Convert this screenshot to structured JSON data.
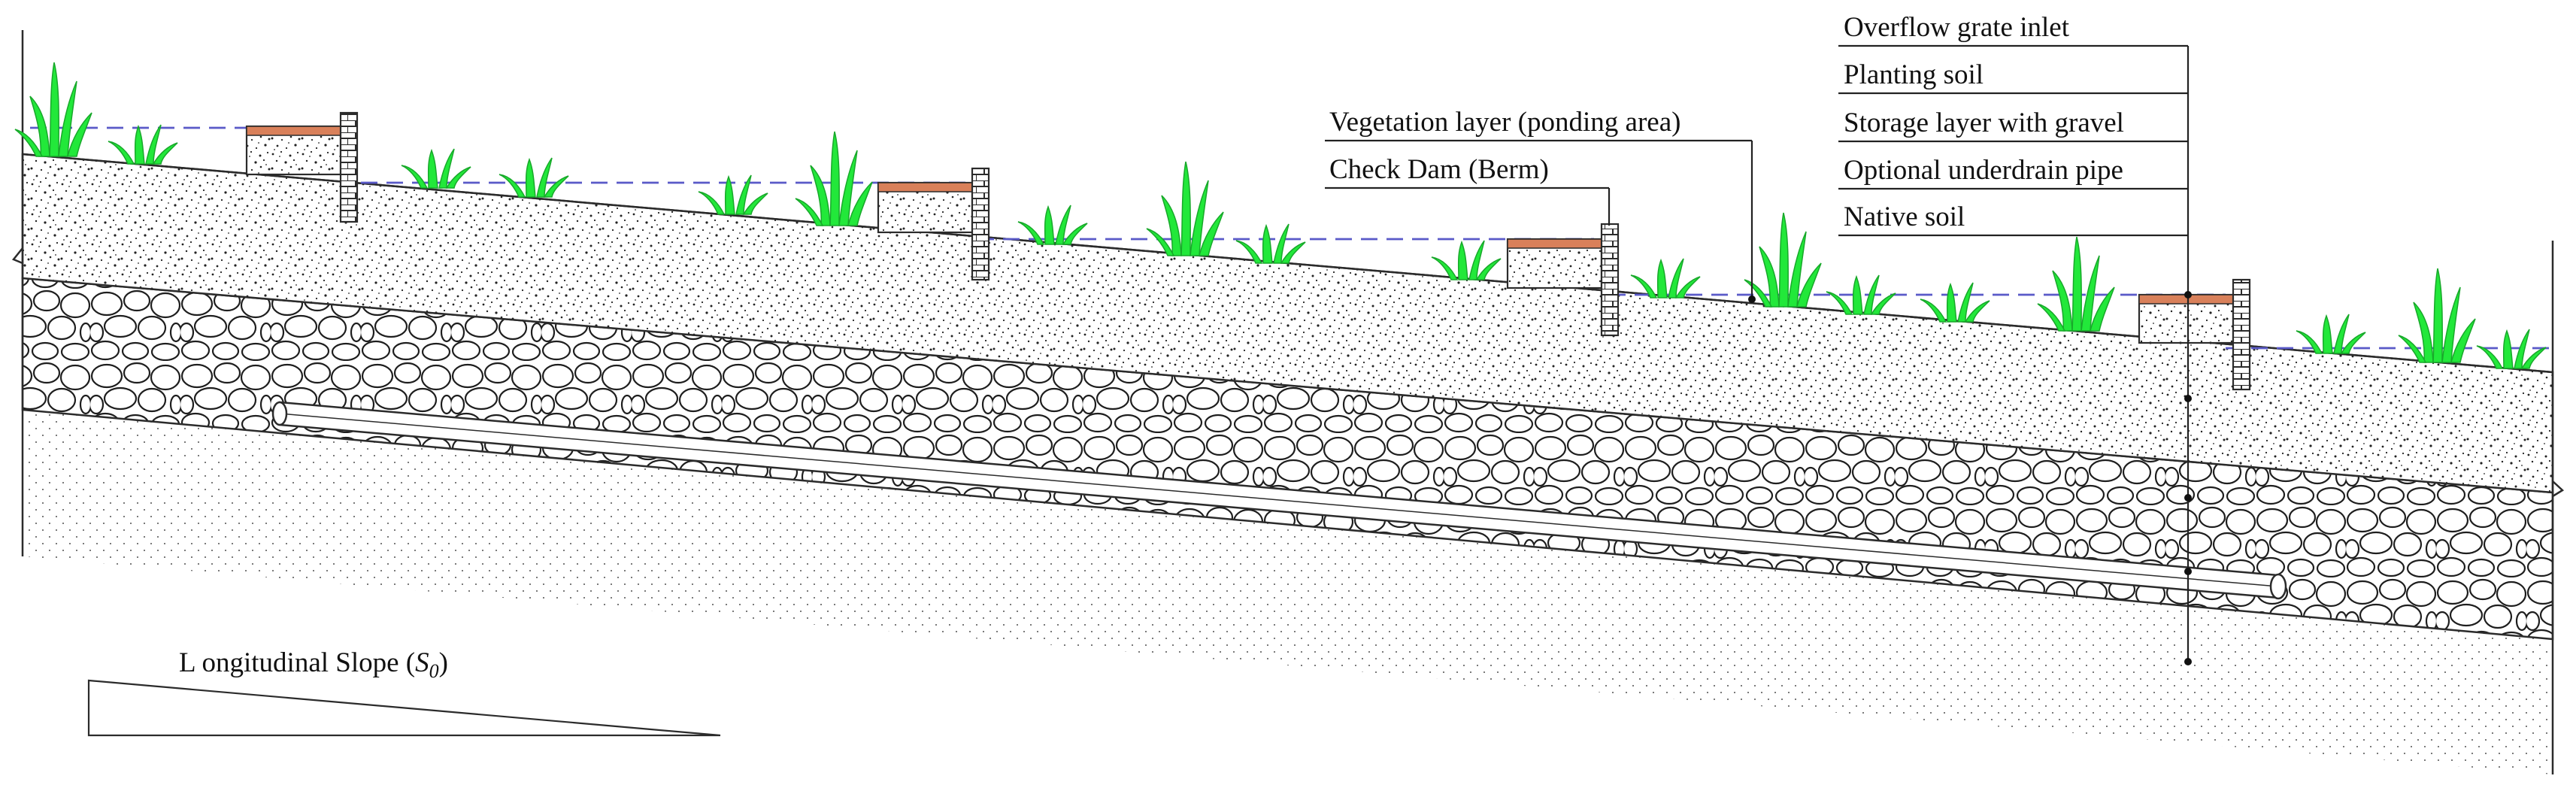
{
  "labels": {
    "overflow": "Overflow grate inlet",
    "planting": "Planting soil",
    "storage": "Storage layer with gravel",
    "underdrain": "Optional underdrain pipe",
    "native": "Native soil",
    "vegetation": "Vegetation layer (ponding area)",
    "checkdam": "Check Dam (Berm)",
    "slope_text": "L ongitudinal Slope (",
    "slope_symbol": "S",
    "slope_sub": "0",
    "slope_close": ")"
  },
  "colors": {
    "line": "#2b2b2b",
    "water": "#5a5ac8",
    "vegetation": "#22e83a",
    "dam_top": "#d9805a",
    "dam_wall": "#3a3a3a"
  }
}
